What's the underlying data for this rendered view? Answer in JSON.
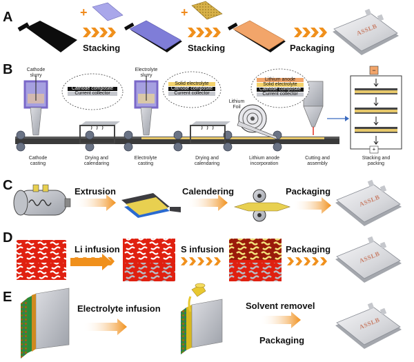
{
  "colors": {
    "arrow_orange": "#f0901c",
    "plus_orange": "#f08a1c",
    "cathode_black": "#0d0d0d",
    "electrolyte_purple": "#7f7dd8",
    "foil_gold": "#d8b24a",
    "anode_peach": "#f2a56a",
    "machine_purple": "#7a68c8",
    "roller_gray": "#6a7385",
    "conveyor": "#3a3a3a",
    "particle_red": "#e02010",
    "infusion_gray": "#b8bcc4"
  },
  "panel_a": {
    "label": "A",
    "step1": "Stacking",
    "step2": "Stacking",
    "step3": "Packaging"
  },
  "panel_b": {
    "label": "B",
    "cathode_slurry": "Cathode\nslurry",
    "electrolyte_slurry": "Electrolyte\nslurry",
    "lithium_foil": "Lithium\nFoil",
    "callout1": [
      "Cathode composite",
      "Current collector"
    ],
    "callout2": [
      "Solid electrolyte",
      "Cathode composite",
      "Current collector"
    ],
    "callout3": [
      "Lithium anode",
      "Solid electrolyte",
      "Cathode composite",
      "Current collector"
    ],
    "stages": [
      "Cathode\ncasting",
      "Drying and\ncalendaring",
      "Electrolyte\ncasting",
      "Drying and\ncalendaring",
      "Lithium anode\nincorporation",
      "Cutting and\nassembly",
      "Stacking and\npacking"
    ],
    "minus_sign": "−",
    "plus_sign": "+"
  },
  "panel_c": {
    "label": "C",
    "step1": "Extrusion",
    "step2": "Calendering",
    "step3": "Packaging"
  },
  "panel_d": {
    "label": "D",
    "step1": "Li infusion",
    "step2": "S infusion",
    "step3": "Packaging"
  },
  "panel_e": {
    "label": "E",
    "step1": "Electrolyte infusion",
    "step2": "Solvent removel",
    "step3": "Packaging"
  },
  "pouch_cell": {
    "text": "ASSLB"
  }
}
